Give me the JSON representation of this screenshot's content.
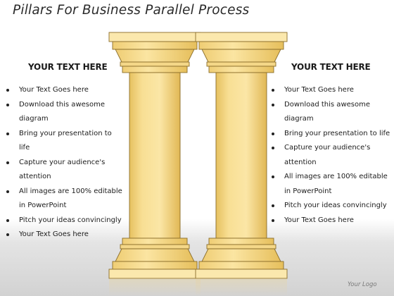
{
  "title": "Pillars For Business Parallel Process",
  "left": {
    "heading": "YOUR TEXT HERE",
    "bullets": [
      "Your Text Goes here",
      "Download this awesome diagram",
      "Bring your presentation to life",
      "Capture your audience's attention",
      "All images are 100% editable in PowerPoint",
      "Pitch your ideas convincingly",
      "Your Text Goes here"
    ]
  },
  "right": {
    "heading": "YOUR TEXT HERE",
    "bullets": [
      "Your Text Goes here",
      "Download this awesome diagram",
      "Bring your presentation to life",
      "Capture your audience's attention",
      "All images are 100% editable in PowerPoint",
      "Pitch your ideas convincingly",
      "Your Text Goes here"
    ]
  },
  "logo": "Your Logo",
  "colors": {
    "pillar_fill": "#f7dc8e",
    "pillar_shade": "#e9c565",
    "pillar_outline": "#8a6d2a"
  }
}
